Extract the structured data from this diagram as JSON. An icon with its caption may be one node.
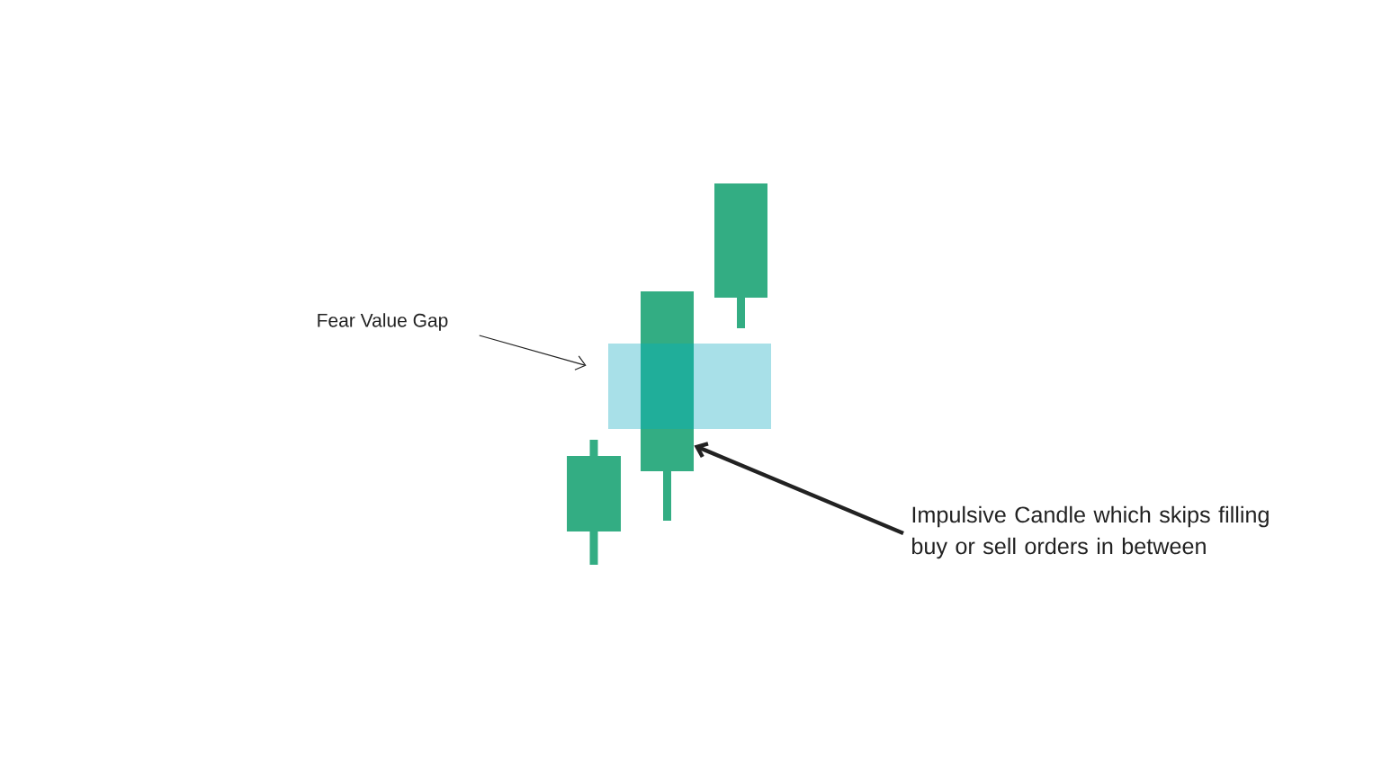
{
  "diagram": {
    "nodes": [
      {
        "text": [
          "Fear Value Gap"
        ]
      },
      {
        "text": [],
        "shape": "box"
      },
      {
        "text": [],
        "shape": "bar"
      },
      {
        "text": [],
        "shape": "bar"
      },
      {
        "text": [],
        "shape": "bar"
      },
      {
        "text": [
          "Impulsive Candle which skips filling buy or sell orders in between"
        ]
      }
    ],
    "edges": [
      {
        "from": 0,
        "to": 1,
        "arrow": "to"
      },
      {
        "from": 5,
        "to": 3,
        "arrow": "to",
        "style": "thick"
      }
    ]
  }
}
